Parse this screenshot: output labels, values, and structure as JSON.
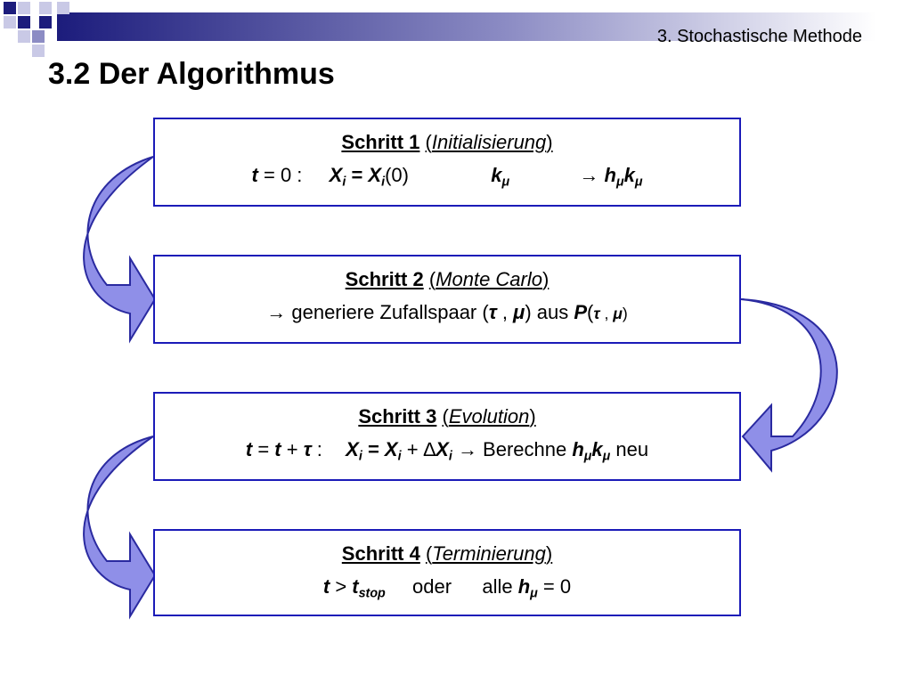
{
  "header": {
    "section_label": "3. Stochastische Methode"
  },
  "slide": {
    "title": "3.2 Der Algorithmus"
  },
  "colors": {
    "box_border": "#1b1bb8",
    "arrow_fill": "#8f8fe8",
    "arrow_stroke": "#2a2aa0",
    "deco_dark": "#1c1c7c"
  },
  "steps": [
    {
      "title": "Schritt 1",
      "subtitle": "Initialisierung",
      "formula": {
        "t": "t",
        "eq0": "= 0 :",
        "x_lhs": "X",
        "sub_i": "i",
        "eq": " = ",
        "x_rhs": "X",
        "arg0": "(0)",
        "k": "k",
        "mu": "μ",
        "arrow": "→",
        "h": "h"
      }
    },
    {
      "title": "Schritt 2",
      "subtitle": "Monte Carlo",
      "formula": {
        "arrow_text": "→ generiere Zufallspaar (",
        "tau": "τ",
        "comma": " , ",
        "mu": "μ",
        "aus": ") aus ",
        "P": "P",
        "open": "(",
        "close": ")"
      }
    },
    {
      "title": "Schritt 3",
      "subtitle": "Evolution",
      "formula": {
        "t": "t",
        "eq": " = ",
        "plus": " + ",
        "tau": "τ",
        "colon": " :",
        "X": "X",
        "sub_i": "i",
        "xeq": " = ",
        "delta": "∆",
        "arrow_text": " → Berechne ",
        "h": "h",
        "k": "k",
        "mu": "μ",
        "neu": " neu"
      }
    },
    {
      "title": "Schritt 4",
      "subtitle": "Terminierung",
      "formula": {
        "t": "t",
        "gt": " > ",
        "sub_stop": "stop",
        "oder": "oder",
        "alle": "alle",
        "h": "h",
        "mu": "μ",
        "eq0": " = 0"
      }
    }
  ]
}
